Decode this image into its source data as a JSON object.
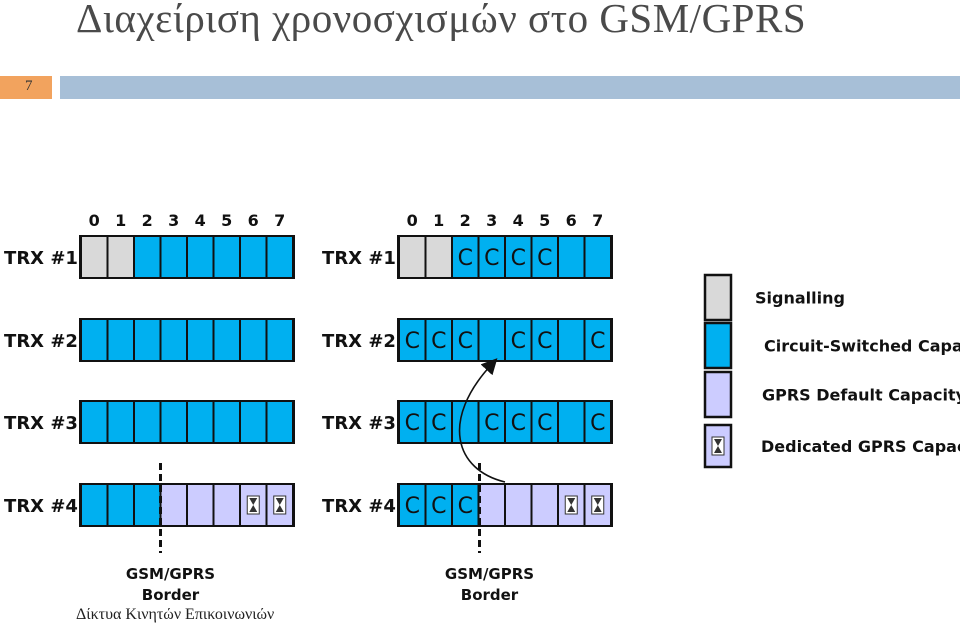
{
  "slide": {
    "title": "Διαχείριση χρονοσχισμών στο GSM/GPRS",
    "number": "7",
    "footer": "Δίκτυα Κινητών Επικοινωνιών"
  },
  "diagram": {
    "timeslot_numbers": [
      "0",
      "1",
      "2",
      "3",
      "4",
      "5",
      "6",
      "7"
    ],
    "colors": {
      "signalling": "#d9d9d9",
      "circuit": "#00b0f0",
      "gprs": "#ccccff",
      "outline": "#111111"
    },
    "border_label": [
      "GSM/GPRS",
      "Border"
    ],
    "circuit_marker": "C",
    "panels": [
      {
        "rows": [
          {
            "label": "TRX #1",
            "slots": [
              [
                "S",
                ""
              ],
              [
                "S",
                ""
              ],
              [
                "CS",
                ""
              ],
              [
                "CS",
                ""
              ],
              [
                "CS",
                ""
              ],
              [
                "CS",
                ""
              ],
              [
                "CS",
                ""
              ],
              [
                "CS",
                ""
              ]
            ]
          },
          {
            "label": "TRX #2",
            "slots": [
              [
                "CS",
                ""
              ],
              [
                "CS",
                ""
              ],
              [
                "CS",
                ""
              ],
              [
                "CS",
                ""
              ],
              [
                "CS",
                ""
              ],
              [
                "CS",
                ""
              ],
              [
                "CS",
                ""
              ],
              [
                "CS",
                ""
              ]
            ]
          },
          {
            "label": "TRX #3",
            "slots": [
              [
                "CS",
                ""
              ],
              [
                "CS",
                ""
              ],
              [
                "CS",
                ""
              ],
              [
                "CS",
                ""
              ],
              [
                "CS",
                ""
              ],
              [
                "CS",
                ""
              ],
              [
                "CS",
                ""
              ],
              [
                "CS",
                ""
              ]
            ]
          },
          {
            "label": "TRX #4",
            "slots": [
              [
                "CS",
                ""
              ],
              [
                "CS",
                ""
              ],
              [
                "CS",
                ""
              ],
              [
                "G",
                ""
              ],
              [
                "G",
                ""
              ],
              [
                "G",
                ""
              ],
              [
                "G",
                "D"
              ],
              [
                "G",
                "D"
              ]
            ]
          }
        ]
      },
      {
        "rows": [
          {
            "label": "TRX #1",
            "slots": [
              [
                "S",
                ""
              ],
              [
                "S",
                ""
              ],
              [
                "CS",
                "C"
              ],
              [
                "CS",
                "C"
              ],
              [
                "CS",
                "C"
              ],
              [
                "CS",
                "C"
              ],
              [
                "CS",
                ""
              ],
              [
                "CS",
                ""
              ]
            ]
          },
          {
            "label": "TRX #2",
            "slots": [
              [
                "CS",
                "C"
              ],
              [
                "CS",
                "C"
              ],
              [
                "CS",
                "C"
              ],
              [
                "CS",
                ""
              ],
              [
                "CS",
                "C"
              ],
              [
                "CS",
                "C"
              ],
              [
                "CS",
                ""
              ],
              [
                "CS",
                "C"
              ]
            ]
          },
          {
            "label": "TRX #3",
            "slots": [
              [
                "CS",
                "C"
              ],
              [
                "CS",
                "C"
              ],
              [
                "CS",
                ""
              ],
              [
                "CS",
                "C"
              ],
              [
                "CS",
                "C"
              ],
              [
                "CS",
                "C"
              ],
              [
                "CS",
                ""
              ],
              [
                "CS",
                "C"
              ]
            ]
          },
          {
            "label": "TRX #4",
            "slots": [
              [
                "CS",
                "C"
              ],
              [
                "CS",
                "C"
              ],
              [
                "CS",
                "C"
              ],
              [
                "G",
                ""
              ],
              [
                "G",
                ""
              ],
              [
                "G",
                ""
              ],
              [
                "G",
                "D"
              ],
              [
                "G",
                "D"
              ]
            ]
          }
        ]
      }
    ],
    "legend": [
      {
        "type": "signalling",
        "label": "Signalling"
      },
      {
        "type": "circuit",
        "label": "Circuit-Switched Capacity"
      },
      {
        "type": "gprs",
        "label": "GPRS Default Capacity"
      },
      {
        "type": "dedicated",
        "label": "Dedicated GPRS Capacity"
      }
    ]
  }
}
